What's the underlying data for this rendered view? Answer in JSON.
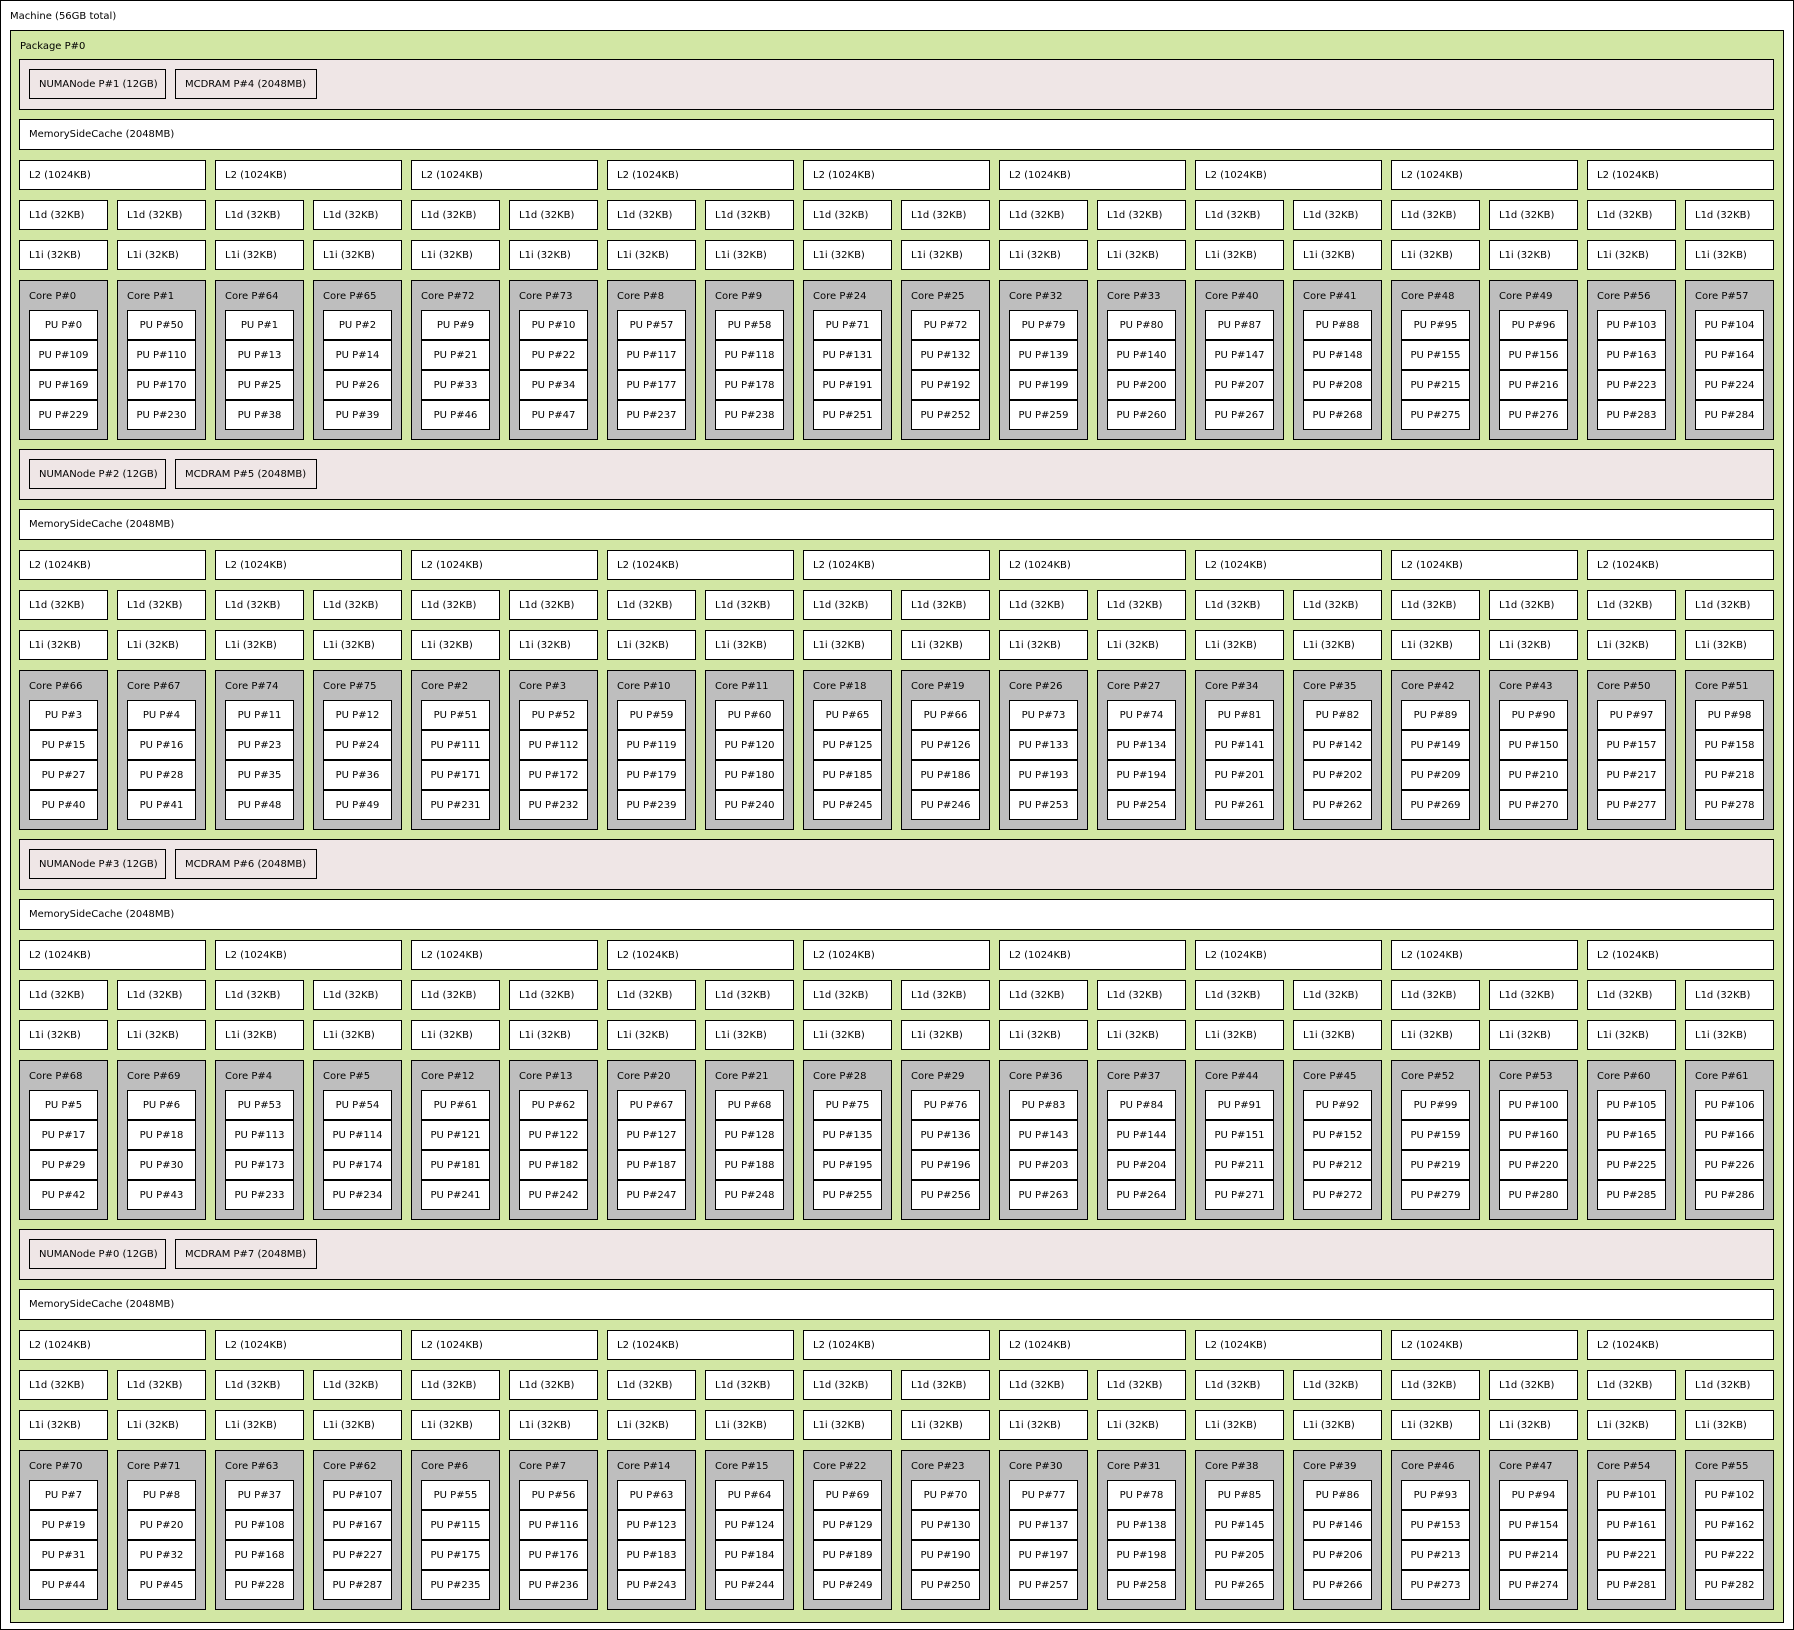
{
  "machine": {
    "label": "Machine (56GB total)"
  },
  "package": {
    "label": "Package P#0"
  },
  "groups": [
    {
      "numa": "NUMANode P#1 (12GB)",
      "mcdram": "MCDRAM P#4 (2048MB)",
      "msc": "MemorySideCache (2048MB)",
      "l2": "L2 (1024KB)",
      "l1d": "L1d (32KB)",
      "l1i": "L1i (32KB)",
      "cores": [
        {
          "name": "Core P#0",
          "pus": [
            "PU P#0",
            "PU P#109",
            "PU P#169",
            "PU P#229"
          ]
        },
        {
          "name": "Core P#1",
          "pus": [
            "PU P#50",
            "PU P#110",
            "PU P#170",
            "PU P#230"
          ]
        },
        {
          "name": "Core P#64",
          "pus": [
            "PU P#1",
            "PU P#13",
            "PU P#25",
            "PU P#38"
          ]
        },
        {
          "name": "Core P#65",
          "pus": [
            "PU P#2",
            "PU P#14",
            "PU P#26",
            "PU P#39"
          ]
        },
        {
          "name": "Core P#72",
          "pus": [
            "PU P#9",
            "PU P#21",
            "PU P#33",
            "PU P#46"
          ]
        },
        {
          "name": "Core P#73",
          "pus": [
            "PU P#10",
            "PU P#22",
            "PU P#34",
            "PU P#47"
          ]
        },
        {
          "name": "Core P#8",
          "pus": [
            "PU P#57",
            "PU P#117",
            "PU P#177",
            "PU P#237"
          ]
        },
        {
          "name": "Core P#9",
          "pus": [
            "PU P#58",
            "PU P#118",
            "PU P#178",
            "PU P#238"
          ]
        },
        {
          "name": "Core P#24",
          "pus": [
            "PU P#71",
            "PU P#131",
            "PU P#191",
            "PU P#251"
          ]
        },
        {
          "name": "Core P#25",
          "pus": [
            "PU P#72",
            "PU P#132",
            "PU P#192",
            "PU P#252"
          ]
        },
        {
          "name": "Core P#32",
          "pus": [
            "PU P#79",
            "PU P#139",
            "PU P#199",
            "PU P#259"
          ]
        },
        {
          "name": "Core P#33",
          "pus": [
            "PU P#80",
            "PU P#140",
            "PU P#200",
            "PU P#260"
          ]
        },
        {
          "name": "Core P#40",
          "pus": [
            "PU P#87",
            "PU P#147",
            "PU P#207",
            "PU P#267"
          ]
        },
        {
          "name": "Core P#41",
          "pus": [
            "PU P#88",
            "PU P#148",
            "PU P#208",
            "PU P#268"
          ]
        },
        {
          "name": "Core P#48",
          "pus": [
            "PU P#95",
            "PU P#155",
            "PU P#215",
            "PU P#275"
          ]
        },
        {
          "name": "Core P#49",
          "pus": [
            "PU P#96",
            "PU P#156",
            "PU P#216",
            "PU P#276"
          ]
        },
        {
          "name": "Core P#56",
          "pus": [
            "PU P#103",
            "PU P#163",
            "PU P#223",
            "PU P#283"
          ]
        },
        {
          "name": "Core P#57",
          "pus": [
            "PU P#104",
            "PU P#164",
            "PU P#224",
            "PU P#284"
          ]
        }
      ]
    },
    {
      "numa": "NUMANode P#2 (12GB)",
      "mcdram": "MCDRAM P#5 (2048MB)",
      "msc": "MemorySideCache (2048MB)",
      "l2": "L2 (1024KB)",
      "l1d": "L1d (32KB)",
      "l1i": "L1i (32KB)",
      "cores": [
        {
          "name": "Core P#66",
          "pus": [
            "PU P#3",
            "PU P#15",
            "PU P#27",
            "PU P#40"
          ]
        },
        {
          "name": "Core P#67",
          "pus": [
            "PU P#4",
            "PU P#16",
            "PU P#28",
            "PU P#41"
          ]
        },
        {
          "name": "Core P#74",
          "pus": [
            "PU P#11",
            "PU P#23",
            "PU P#35",
            "PU P#48"
          ]
        },
        {
          "name": "Core P#75",
          "pus": [
            "PU P#12",
            "PU P#24",
            "PU P#36",
            "PU P#49"
          ]
        },
        {
          "name": "Core P#2",
          "pus": [
            "PU P#51",
            "PU P#111",
            "PU P#171",
            "PU P#231"
          ]
        },
        {
          "name": "Core P#3",
          "pus": [
            "PU P#52",
            "PU P#112",
            "PU P#172",
            "PU P#232"
          ]
        },
        {
          "name": "Core P#10",
          "pus": [
            "PU P#59",
            "PU P#119",
            "PU P#179",
            "PU P#239"
          ]
        },
        {
          "name": "Core P#11",
          "pus": [
            "PU P#60",
            "PU P#120",
            "PU P#180",
            "PU P#240"
          ]
        },
        {
          "name": "Core P#18",
          "pus": [
            "PU P#65",
            "PU P#125",
            "PU P#185",
            "PU P#245"
          ]
        },
        {
          "name": "Core P#19",
          "pus": [
            "PU P#66",
            "PU P#126",
            "PU P#186",
            "PU P#246"
          ]
        },
        {
          "name": "Core P#26",
          "pus": [
            "PU P#73",
            "PU P#133",
            "PU P#193",
            "PU P#253"
          ]
        },
        {
          "name": "Core P#27",
          "pus": [
            "PU P#74",
            "PU P#134",
            "PU P#194",
            "PU P#254"
          ]
        },
        {
          "name": "Core P#34",
          "pus": [
            "PU P#81",
            "PU P#141",
            "PU P#201",
            "PU P#261"
          ]
        },
        {
          "name": "Core P#35",
          "pus": [
            "PU P#82",
            "PU P#142",
            "PU P#202",
            "PU P#262"
          ]
        },
        {
          "name": "Core P#42",
          "pus": [
            "PU P#89",
            "PU P#149",
            "PU P#209",
            "PU P#269"
          ]
        },
        {
          "name": "Core P#43",
          "pus": [
            "PU P#90",
            "PU P#150",
            "PU P#210",
            "PU P#270"
          ]
        },
        {
          "name": "Core P#50",
          "pus": [
            "PU P#97",
            "PU P#157",
            "PU P#217",
            "PU P#277"
          ]
        },
        {
          "name": "Core P#51",
          "pus": [
            "PU P#98",
            "PU P#158",
            "PU P#218",
            "PU P#278"
          ]
        }
      ]
    },
    {
      "numa": "NUMANode P#3 (12GB)",
      "mcdram": "MCDRAM P#6 (2048MB)",
      "msc": "MemorySideCache (2048MB)",
      "l2": "L2 (1024KB)",
      "l1d": "L1d (32KB)",
      "l1i": "L1i (32KB)",
      "cores": [
        {
          "name": "Core P#68",
          "pus": [
            "PU P#5",
            "PU P#17",
            "PU P#29",
            "PU P#42"
          ]
        },
        {
          "name": "Core P#69",
          "pus": [
            "PU P#6",
            "PU P#18",
            "PU P#30",
            "PU P#43"
          ]
        },
        {
          "name": "Core P#4",
          "pus": [
            "PU P#53",
            "PU P#113",
            "PU P#173",
            "PU P#233"
          ]
        },
        {
          "name": "Core P#5",
          "pus": [
            "PU P#54",
            "PU P#114",
            "PU P#174",
            "PU P#234"
          ]
        },
        {
          "name": "Core P#12",
          "pus": [
            "PU P#61",
            "PU P#121",
            "PU P#181",
            "PU P#241"
          ]
        },
        {
          "name": "Core P#13",
          "pus": [
            "PU P#62",
            "PU P#122",
            "PU P#182",
            "PU P#242"
          ]
        },
        {
          "name": "Core P#20",
          "pus": [
            "PU P#67",
            "PU P#127",
            "PU P#187",
            "PU P#247"
          ]
        },
        {
          "name": "Core P#21",
          "pus": [
            "PU P#68",
            "PU P#128",
            "PU P#188",
            "PU P#248"
          ]
        },
        {
          "name": "Core P#28",
          "pus": [
            "PU P#75",
            "PU P#135",
            "PU P#195",
            "PU P#255"
          ]
        },
        {
          "name": "Core P#29",
          "pus": [
            "PU P#76",
            "PU P#136",
            "PU P#196",
            "PU P#256"
          ]
        },
        {
          "name": "Core P#36",
          "pus": [
            "PU P#83",
            "PU P#143",
            "PU P#203",
            "PU P#263"
          ]
        },
        {
          "name": "Core P#37",
          "pus": [
            "PU P#84",
            "PU P#144",
            "PU P#204",
            "PU P#264"
          ]
        },
        {
          "name": "Core P#44",
          "pus": [
            "PU P#91",
            "PU P#151",
            "PU P#211",
            "PU P#271"
          ]
        },
        {
          "name": "Core P#45",
          "pus": [
            "PU P#92",
            "PU P#152",
            "PU P#212",
            "PU P#272"
          ]
        },
        {
          "name": "Core P#52",
          "pus": [
            "PU P#99",
            "PU P#159",
            "PU P#219",
            "PU P#279"
          ]
        },
        {
          "name": "Core P#53",
          "pus": [
            "PU P#100",
            "PU P#160",
            "PU P#220",
            "PU P#280"
          ]
        },
        {
          "name": "Core P#60",
          "pus": [
            "PU P#105",
            "PU P#165",
            "PU P#225",
            "PU P#285"
          ]
        },
        {
          "name": "Core P#61",
          "pus": [
            "PU P#106",
            "PU P#166",
            "PU P#226",
            "PU P#286"
          ]
        }
      ]
    },
    {
      "numa": "NUMANode P#0 (12GB)",
      "mcdram": "MCDRAM P#7 (2048MB)",
      "msc": "MemorySideCache (2048MB)",
      "l2": "L2 (1024KB)",
      "l1d": "L1d (32KB)",
      "l1i": "L1i (32KB)",
      "cores": [
        {
          "name": "Core P#70",
          "pus": [
            "PU P#7",
            "PU P#19",
            "PU P#31",
            "PU P#44"
          ]
        },
        {
          "name": "Core P#71",
          "pus": [
            "PU P#8",
            "PU P#20",
            "PU P#32",
            "PU P#45"
          ]
        },
        {
          "name": "Core P#63",
          "pus": [
            "PU P#37",
            "PU P#108",
            "PU P#168",
            "PU P#228"
          ]
        },
        {
          "name": "Core P#62",
          "pus": [
            "PU P#107",
            "PU P#167",
            "PU P#227",
            "PU P#287"
          ]
        },
        {
          "name": "Core P#6",
          "pus": [
            "PU P#55",
            "PU P#115",
            "PU P#175",
            "PU P#235"
          ]
        },
        {
          "name": "Core P#7",
          "pus": [
            "PU P#56",
            "PU P#116",
            "PU P#176",
            "PU P#236"
          ]
        },
        {
          "name": "Core P#14",
          "pus": [
            "PU P#63",
            "PU P#123",
            "PU P#183",
            "PU P#243"
          ]
        },
        {
          "name": "Core P#15",
          "pus": [
            "PU P#64",
            "PU P#124",
            "PU P#184",
            "PU P#244"
          ]
        },
        {
          "name": "Core P#22",
          "pus": [
            "PU P#69",
            "PU P#129",
            "PU P#189",
            "PU P#249"
          ]
        },
        {
          "name": "Core P#23",
          "pus": [
            "PU P#70",
            "PU P#130",
            "PU P#190",
            "PU P#250"
          ]
        },
        {
          "name": "Core P#30",
          "pus": [
            "PU P#77",
            "PU P#137",
            "PU P#197",
            "PU P#257"
          ]
        },
        {
          "name": "Core P#31",
          "pus": [
            "PU P#78",
            "PU P#138",
            "PU P#198",
            "PU P#258"
          ]
        },
        {
          "name": "Core P#38",
          "pus": [
            "PU P#85",
            "PU P#145",
            "PU P#205",
            "PU P#265"
          ]
        },
        {
          "name": "Core P#39",
          "pus": [
            "PU P#86",
            "PU P#146",
            "PU P#206",
            "PU P#266"
          ]
        },
        {
          "name": "Core P#46",
          "pus": [
            "PU P#93",
            "PU P#153",
            "PU P#213",
            "PU P#273"
          ]
        },
        {
          "name": "Core P#47",
          "pus": [
            "PU P#94",
            "PU P#154",
            "PU P#214",
            "PU P#274"
          ]
        },
        {
          "name": "Core P#54",
          "pus": [
            "PU P#101",
            "PU P#161",
            "PU P#221",
            "PU P#281"
          ]
        },
        {
          "name": "Core P#55",
          "pus": [
            "PU P#102",
            "PU P#162",
            "PU P#222",
            "PU P#282"
          ]
        }
      ]
    }
  ]
}
